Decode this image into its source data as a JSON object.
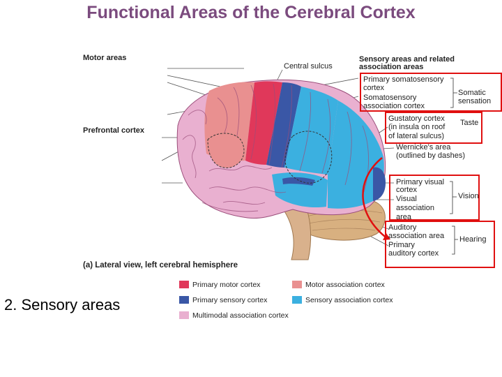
{
  "title": "Functional Areas of the Cerebral Cortex",
  "caption": "2. Sensory areas",
  "figure_caption": "(a) Lateral view, left cerebral hemisphere",
  "labels": {
    "motor_areas": "Motor areas",
    "central_sulcus": "Central sulcus",
    "sensory_header_1": "Sensory areas and related",
    "sensory_header_2": "association areas",
    "prefrontal": "Prefrontal cortex",
    "prim_somato_1": "Primary somatosensory",
    "prim_somato_2": "cortex",
    "somato_assoc_1": "Somatosensory",
    "somato_assoc_2": "association cortex",
    "somatic_1": "Somatic",
    "somatic_2": "sensation",
    "gustatory_1": "Gustatory cortex",
    "gustatory_2": "(in insula on roof",
    "gustatory_3": "of lateral sulcus)",
    "taste": "Taste",
    "wernicke_1": "Wernicke's area",
    "wernicke_2": "(outlined by dashes)",
    "prim_visual_1": "Primary visual",
    "prim_visual_2": "cortex",
    "visual_assoc_1": "Visual",
    "visual_assoc_2": "association",
    "visual_assoc_3": "area",
    "vision": "Vision",
    "aud_assoc_1": "Auditory",
    "aud_assoc_2": "association area",
    "prim_aud_1": "Primary",
    "prim_aud_2": "auditory cortex",
    "hearing": "Hearing"
  },
  "legend": [
    {
      "label": "Primary motor cortex",
      "color": "#e0385a"
    },
    {
      "label": "Motor association cortex",
      "color": "#e99090"
    },
    {
      "label": "Primary sensory cortex",
      "color": "#3a57a6"
    },
    {
      "label": "Sensory association cortex",
      "color": "#3bb0e0"
    },
    {
      "label": "Multimodal association cortex",
      "color": "#e9b0d0"
    }
  ],
  "colors": {
    "title": "#7b4b7e",
    "highlight_box": "#e01010",
    "primary_motor": "#e0385a",
    "motor_assoc": "#e99090",
    "primary_sensory": "#3a57a6",
    "sensory_assoc": "#3bb0e0",
    "multimodal": "#e9b0d0",
    "cerebellum": "#d8b080",
    "brainstem": "#d9b18c"
  }
}
